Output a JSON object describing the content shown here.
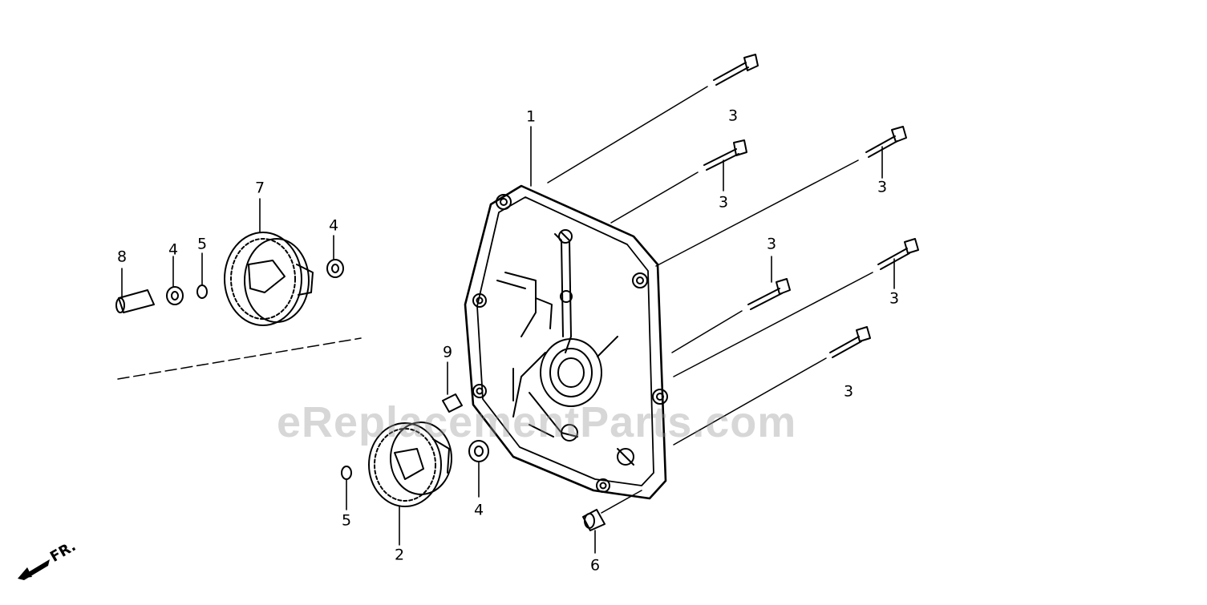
{
  "watermark": "eReplacementParts.com",
  "direction_label": "FR.",
  "callouts": {
    "c1": "1",
    "c2": "2",
    "c3a": "3",
    "c3b": "3",
    "c3c": "3",
    "c3d": "3",
    "c3e": "3",
    "c3f": "3",
    "c4a": "4",
    "c4b": "4",
    "c4c": "4",
    "c5a": "5",
    "c5b": "5",
    "c6": "6",
    "c7": "7",
    "c8": "8",
    "c9": "9"
  }
}
